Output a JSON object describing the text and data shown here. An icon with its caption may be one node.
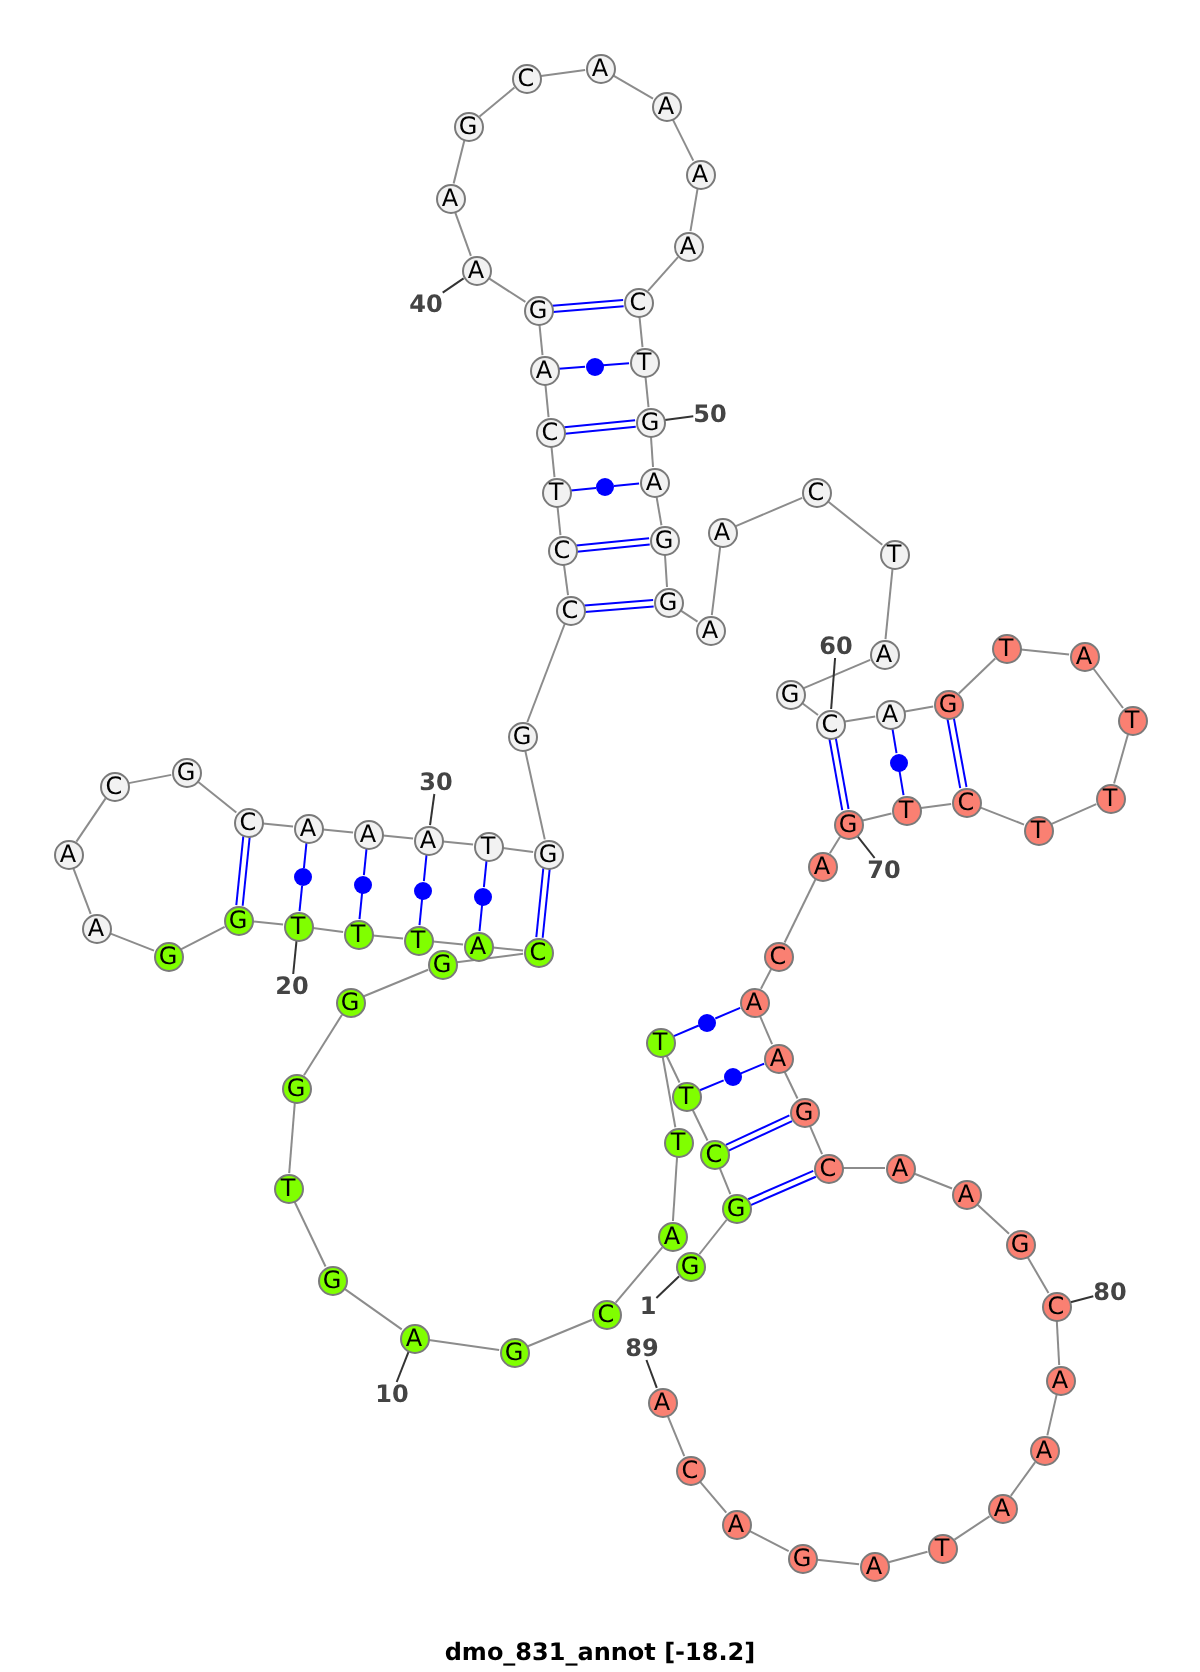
{
  "diagram": {
    "caption": "dmo_831_annot [-18.2]",
    "nodes": [
      {
        "text": [
          "G"
        ]
      },
      {
        "text": [
          "G"
        ]
      },
      {
        "text": [
          "C"
        ]
      },
      {
        "text": [
          "T"
        ]
      },
      {
        "text": [
          "T"
        ]
      },
      {
        "text": [
          "T"
        ]
      },
      {
        "text": [
          "A"
        ]
      },
      {
        "text": [
          "C"
        ]
      },
      {
        "text": [
          "G"
        ]
      },
      {
        "text": [
          "A"
        ]
      },
      {
        "text": [
          "G"
        ]
      },
      {
        "text": [
          "T"
        ]
      },
      {
        "text": [
          "G"
        ]
      },
      {
        "text": [
          "G"
        ]
      },
      {
        "text": [
          "G"
        ]
      },
      {
        "text": [
          "C"
        ]
      },
      {
        "text": [
          "A"
        ]
      },
      {
        "text": [
          "T"
        ]
      },
      {
        "text": [
          "T"
        ]
      },
      {
        "text": [
          "T"
        ]
      },
      {
        "text": [
          "G"
        ]
      },
      {
        "text": [
          "G"
        ]
      },
      {
        "text": [
          "A"
        ]
      },
      {
        "text": [
          "A"
        ]
      },
      {
        "text": [
          "C"
        ]
      },
      {
        "text": [
          "G"
        ]
      },
      {
        "text": [
          "C"
        ]
      },
      {
        "text": [
          "A"
        ]
      },
      {
        "text": [
          "A"
        ]
      },
      {
        "text": [
          "A"
        ]
      },
      {
        "text": [
          "T"
        ]
      },
      {
        "text": [
          "G"
        ]
      },
      {
        "text": [
          "G"
        ]
      },
      {
        "text": [
          "C"
        ]
      },
      {
        "text": [
          "C"
        ]
      },
      {
        "text": [
          "T"
        ]
      },
      {
        "text": [
          "C"
        ]
      },
      {
        "text": [
          "A"
        ]
      },
      {
        "text": [
          "G"
        ]
      },
      {
        "text": [
          "A"
        ]
      },
      {
        "text": [
          "A"
        ]
      },
      {
        "text": [
          "G"
        ]
      },
      {
        "text": [
          "C"
        ]
      },
      {
        "text": [
          "A"
        ]
      },
      {
        "text": [
          "A"
        ]
      },
      {
        "text": [
          "A"
        ]
      },
      {
        "text": [
          "A"
        ]
      },
      {
        "text": [
          "C"
        ]
      },
      {
        "text": [
          "T"
        ]
      },
      {
        "text": [
          "G"
        ]
      },
      {
        "text": [
          "A"
        ]
      },
      {
        "text": [
          "G"
        ]
      },
      {
        "text": [
          "G"
        ]
      },
      {
        "text": [
          "A"
        ]
      },
      {
        "text": [
          "A"
        ]
      },
      {
        "text": [
          "C"
        ]
      },
      {
        "text": [
          "T"
        ]
      },
      {
        "text": [
          "A"
        ]
      },
      {
        "text": [
          "G"
        ]
      },
      {
        "text": [
          "C"
        ]
      },
      {
        "text": [
          "A"
        ]
      },
      {
        "text": [
          "G"
        ]
      },
      {
        "text": [
          "T"
        ]
      },
      {
        "text": [
          "A"
        ]
      },
      {
        "text": [
          "T"
        ]
      },
      {
        "text": [
          "T"
        ]
      },
      {
        "text": [
          "T"
        ]
      },
      {
        "text": [
          "C"
        ]
      },
      {
        "text": [
          "T"
        ]
      },
      {
        "text": [
          "G"
        ]
      },
      {
        "text": [
          "A"
        ]
      },
      {
        "text": [
          "C"
        ]
      },
      {
        "text": [
          "A"
        ]
      },
      {
        "text": [
          "A"
        ]
      },
      {
        "text": [
          "G"
        ]
      },
      {
        "text": [
          "C"
        ]
      },
      {
        "text": [
          "A"
        ]
      },
      {
        "text": [
          "A"
        ]
      },
      {
        "text": [
          "G"
        ]
      },
      {
        "text": [
          "C"
        ]
      },
      {
        "text": [
          "A"
        ]
      },
      {
        "text": [
          "A"
        ]
      },
      {
        "text": [
          "A"
        ]
      },
      {
        "text": [
          "T"
        ]
      },
      {
        "text": [
          "A"
        ]
      },
      {
        "text": [
          "G"
        ]
      },
      {
        "text": [
          "A"
        ]
      },
      {
        "text": [
          "C"
        ]
      },
      {
        "text": [
          "A"
        ]
      },
      {
        "text": [],
        "shape": "circle"
      },
      {
        "text": [],
        "shape": "circle"
      },
      {
        "text": [],
        "shape": "circle"
      },
      {
        "text": [],
        "shape": "circle"
      },
      {
        "text": [],
        "shape": "circle"
      },
      {
        "text": [],
        "shape": "circle"
      },
      {
        "text": [],
        "shape": "circle"
      },
      {
        "text": [],
        "shape": "circle"
      },
      {
        "text": [],
        "shape": "circle"
      },
      {
        "text": [
          "1"
        ]
      },
      {
        "text": [
          "10"
        ]
      },
      {
        "text": [
          "20"
        ]
      },
      {
        "text": [
          "30"
        ]
      },
      {
        "text": [
          "40"
        ]
      },
      {
        "text": [
          "50"
        ]
      },
      {
        "text": [
          "60"
        ]
      },
      {
        "text": [
          "70"
        ]
      },
      {
        "text": [
          "80"
        ]
      },
      {
        "text": [
          "89"
        ]
      }
    ],
    "edges": [
      {
        "from": 0,
        "to": 1,
        "arrow": "none"
      },
      {
        "from": 1,
        "to": 2,
        "arrow": "none"
      },
      {
        "from": 2,
        "to": 3,
        "arrow": "none"
      },
      {
        "from": 3,
        "to": 4,
        "arrow": "none"
      },
      {
        "from": 4,
        "to": 5,
        "arrow": "none"
      },
      {
        "from": 5,
        "to": 6,
        "arrow": "none"
      },
      {
        "from": 6,
        "to": 7,
        "arrow": "none"
      },
      {
        "from": 7,
        "to": 8,
        "arrow": "none"
      },
      {
        "from": 8,
        "to": 9,
        "arrow": "none"
      },
      {
        "from": 9,
        "to": 10,
        "arrow": "none"
      },
      {
        "from": 10,
        "to": 11,
        "arrow": "none"
      },
      {
        "from": 11,
        "to": 12,
        "arrow": "none"
      },
      {
        "from": 12,
        "to": 13,
        "arrow": "none"
      },
      {
        "from": 13,
        "to": 14,
        "arrow": "none"
      },
      {
        "from": 14,
        "to": 15,
        "arrow": "none"
      },
      {
        "from": 15,
        "to": 16,
        "arrow": "none"
      },
      {
        "from": 16,
        "to": 17,
        "arrow": "none"
      },
      {
        "from": 17,
        "to": 18,
        "arrow": "none"
      },
      {
        "from": 18,
        "to": 19,
        "arrow": "none"
      },
      {
        "from": 19,
        "to": 20,
        "arrow": "none"
      },
      {
        "from": 20,
        "to": 21,
        "arrow": "none"
      },
      {
        "from": 21,
        "to": 22,
        "arrow": "none"
      },
      {
        "from": 22,
        "to": 23,
        "arrow": "none"
      },
      {
        "from": 23,
        "to": 24,
        "arrow": "none"
      },
      {
        "from": 24,
        "to": 25,
        "arrow": "none"
      },
      {
        "from": 25,
        "to": 26,
        "arrow": "none"
      },
      {
        "from": 26,
        "to": 27,
        "arrow": "none"
      },
      {
        "from": 27,
        "to": 28,
        "arrow": "none"
      },
      {
        "from": 28,
        "to": 29,
        "arrow": "none"
      },
      {
        "from": 29,
        "to": 30,
        "arrow": "none"
      },
      {
        "from": 30,
        "to": 31,
        "arrow": "none"
      },
      {
        "from": 31,
        "to": 32,
        "arrow": "none"
      },
      {
        "from": 32,
        "to": 33,
        "arrow": "none"
      },
      {
        "from": 33,
        "to": 34,
        "arrow": "none"
      },
      {
        "from": 34,
        "to": 35,
        "arrow": "none"
      },
      {
        "from": 35,
        "to": 36,
        "arrow": "none"
      },
      {
        "from": 36,
        "to": 37,
        "arrow": "none"
      },
      {
        "from": 37,
        "to": 38,
        "arrow": "none"
      },
      {
        "from": 38,
        "to": 39,
        "arrow": "none"
      },
      {
        "from": 39,
        "to": 40,
        "arrow": "none"
      },
      {
        "from": 40,
        "to": 41,
        "arrow": "none"
      },
      {
        "from": 41,
        "to": 42,
        "arrow": "none"
      },
      {
        "from": 42,
        "to": 43,
        "arrow": "none"
      },
      {
        "from": 43,
        "to": 44,
        "arrow": "none"
      },
      {
        "from": 44,
        "to": 45,
        "arrow": "none"
      },
      {
        "from": 45,
        "to": 46,
        "arrow": "none"
      },
      {
        "from": 46,
        "to": 47,
        "arrow": "none"
      },
      {
        "from": 47,
        "to": 48,
        "arrow": "none"
      },
      {
        "from": 48,
        "to": 49,
        "arrow": "none"
      },
      {
        "from": 49,
        "to": 50,
        "arrow": "none"
      },
      {
        "from": 50,
        "to": 51,
        "arrow": "none"
      },
      {
        "from": 51,
        "to": 52,
        "arrow": "none"
      },
      {
        "from": 52,
        "to": 53,
        "arrow": "none"
      },
      {
        "from": 53,
        "to": 54,
        "arrow": "none"
      },
      {
        "from": 54,
        "to": 55,
        "arrow": "none"
      },
      {
        "from": 55,
        "to": 56,
        "arrow": "none"
      },
      {
        "from": 56,
        "to": 57,
        "arrow": "none"
      },
      {
        "from": 57,
        "to": 58,
        "arrow": "none"
      },
      {
        "from": 58,
        "to": 59,
        "arrow": "none"
      },
      {
        "from": 59,
        "to": 60,
        "arrow": "none"
      },
      {
        "from": 60,
        "to": 61,
        "arrow": "none"
      },
      {
        "from": 61,
        "to": 62,
        "arrow": "none"
      },
      {
        "from": 62,
        "to": 63,
        "arrow": "none"
      },
      {
        "from": 63,
        "to": 64,
        "arrow": "none"
      },
      {
        "from": 64,
        "to": 65,
        "arrow": "none"
      },
      {
        "from": 65,
        "to": 66,
        "arrow": "none"
      },
      {
        "from": 66,
        "to": 67,
        "arrow": "none"
      },
      {
        "from": 67,
        "to": 68,
        "arrow": "none"
      },
      {
        "from": 68,
        "to": 69,
        "arrow": "none"
      },
      {
        "from": 69,
        "to": 70,
        "arrow": "none"
      },
      {
        "from": 70,
        "to": 71,
        "arrow": "none"
      },
      {
        "from": 71,
        "to": 72,
        "arrow": "none"
      },
      {
        "from": 72,
        "to": 73,
        "arrow": "none"
      },
      {
        "from": 73,
        "to": 74,
        "arrow": "none"
      },
      {
        "from": 74,
        "to": 75,
        "arrow": "none"
      },
      {
        "from": 75,
        "to": 76,
        "arrow": "none"
      },
      {
        "from": 76,
        "to": 77,
        "arrow": "none"
      },
      {
        "from": 77,
        "to": 78,
        "arrow": "none"
      },
      {
        "from": 78,
        "to": 79,
        "arrow": "none"
      },
      {
        "from": 79,
        "to": 80,
        "arrow": "none"
      },
      {
        "from": 80,
        "to": 81,
        "arrow": "none"
      },
      {
        "from": 81,
        "to": 82,
        "arrow": "none"
      },
      {
        "from": 82,
        "to": 83,
        "arrow": "none"
      },
      {
        "from": 83,
        "to": 84,
        "arrow": "none"
      },
      {
        "from": 84,
        "to": 85,
        "arrow": "none"
      },
      {
        "from": 85,
        "to": 86,
        "arrow": "none"
      },
      {
        "from": 86,
        "to": 87,
        "arrow": "none"
      },
      {
        "from": 87,
        "to": 88,
        "arrow": "none"
      },
      {
        "from": 1,
        "to": 75,
        "arrow": "none",
        "color": "#0000ff"
      },
      {
        "from": 1,
        "to": 75,
        "arrow": "none",
        "color": "#0000ff"
      },
      {
        "from": 2,
        "to": 74,
        "arrow": "none",
        "color": "#0000ff"
      },
      {
        "from": 2,
        "to": 74,
        "arrow": "none",
        "color": "#0000ff"
      },
      {
        "from": 3,
        "to": 97,
        "arrow": "none",
        "color": "#0000ff"
      },
      {
        "from": 97,
        "to": 73,
        "arrow": "none",
        "color": "#0000ff"
      },
      {
        "from": 4,
        "to": 96,
        "arrow": "none",
        "color": "#0000ff"
      },
      {
        "from": 96,
        "to": 72,
        "arrow": "none",
        "color": "#0000ff"
      },
      {
        "from": 15,
        "to": 31,
        "arrow": "none",
        "color": "#0000ff"
      },
      {
        "from": 15,
        "to": 31,
        "arrow": "none",
        "color": "#0000ff"
      },
      {
        "from": 16,
        "to": 95,
        "arrow": "none",
        "color": "#0000ff"
      },
      {
        "from": 95,
        "to": 30,
        "arrow": "none",
        "color": "#0000ff"
      },
      {
        "from": 17,
        "to": 94,
        "arrow": "none",
        "color": "#0000ff"
      },
      {
        "from": 94,
        "to": 29,
        "arrow": "none",
        "color": "#0000ff"
      },
      {
        "from": 18,
        "to": 93,
        "arrow": "none",
        "color": "#0000ff"
      },
      {
        "from": 93,
        "to": 28,
        "arrow": "none",
        "color": "#0000ff"
      },
      {
        "from": 19,
        "to": 92,
        "arrow": "none",
        "color": "#0000ff"
      },
      {
        "from": 92,
        "to": 27,
        "arrow": "none",
        "color": "#0000ff"
      },
      {
        "from": 20,
        "to": 26,
        "arrow": "none",
        "color": "#0000ff"
      },
      {
        "from": 20,
        "to": 26,
        "arrow": "none",
        "color": "#0000ff"
      },
      {
        "from": 33,
        "to": 52,
        "arrow": "none",
        "color": "#0000ff"
      },
      {
        "from": 33,
        "to": 52,
        "arrow": "none",
        "color": "#0000ff"
      },
      {
        "from": 34,
        "to": 51,
        "arrow": "none",
        "color": "#0000ff"
      },
      {
        "from": 34,
        "to": 51,
        "arrow": "none",
        "color": "#0000ff"
      },
      {
        "from": 35,
        "to": 90,
        "arrow": "none",
        "color": "#0000ff"
      },
      {
        "from": 90,
        "to": 50,
        "arrow": "none",
        "color": "#0000ff"
      },
      {
        "from": 36,
        "to": 49,
        "arrow": "none",
        "color": "#0000ff"
      },
      {
        "from": 36,
        "to": 49,
        "arrow": "none",
        "color": "#0000ff"
      },
      {
        "from": 37,
        "to": 89,
        "arrow": "none",
        "color": "#0000ff"
      },
      {
        "from": 89,
        "to": 48,
        "arrow": "none",
        "color": "#0000ff"
      },
      {
        "from": 38,
        "to": 47,
        "arrow": "none",
        "color": "#0000ff"
      },
      {
        "from": 38,
        "to": 47,
        "arrow": "none",
        "color": "#0000ff"
      },
      {
        "from": 59,
        "to": 69,
        "arrow": "none",
        "color": "#0000ff"
      },
      {
        "from": 59,
        "to": 69,
        "arrow": "none",
        "color": "#0000ff"
      },
      {
        "from": 60,
        "to": 91,
        "arrow": "none",
        "color": "#0000ff"
      },
      {
        "from": 91,
        "to": 68,
        "arrow": "none",
        "color": "#0000ff"
      },
      {
        "from": 61,
        "to": 67,
        "arrow": "none",
        "color": "#0000ff"
      },
      {
        "from": 61,
        "to": 67,
        "arrow": "none",
        "color": "#0000ff"
      },
      {
        "from": 98,
        "to": 0,
        "arrow": "none",
        "color": "#333333"
      },
      {
        "from": 99,
        "to": 9,
        "arrow": "none",
        "color": "#333333"
      },
      {
        "from": 100,
        "to": 19,
        "arrow": "none",
        "color": "#333333"
      },
      {
        "from": 101,
        "to": 29,
        "arrow": "none",
        "color": "#333333"
      },
      {
        "from": 102,
        "to": 39,
        "arrow": "none",
        "color": "#333333"
      },
      {
        "from": 103,
        "to": 49,
        "arrow": "none",
        "color": "#333333"
      },
      {
        "from": 104,
        "to": 59,
        "arrow": "none",
        "color": "#333333"
      },
      {
        "from": 105,
        "to": 69,
        "arrow": "none",
        "color": "#333333"
      },
      {
        "from": 106,
        "to": 79,
        "arrow": "none",
        "color": "#333333"
      },
      {
        "from": 107,
        "to": 88,
        "arrow": "none",
        "color": "#333333"
      }
    ]
  }
}
